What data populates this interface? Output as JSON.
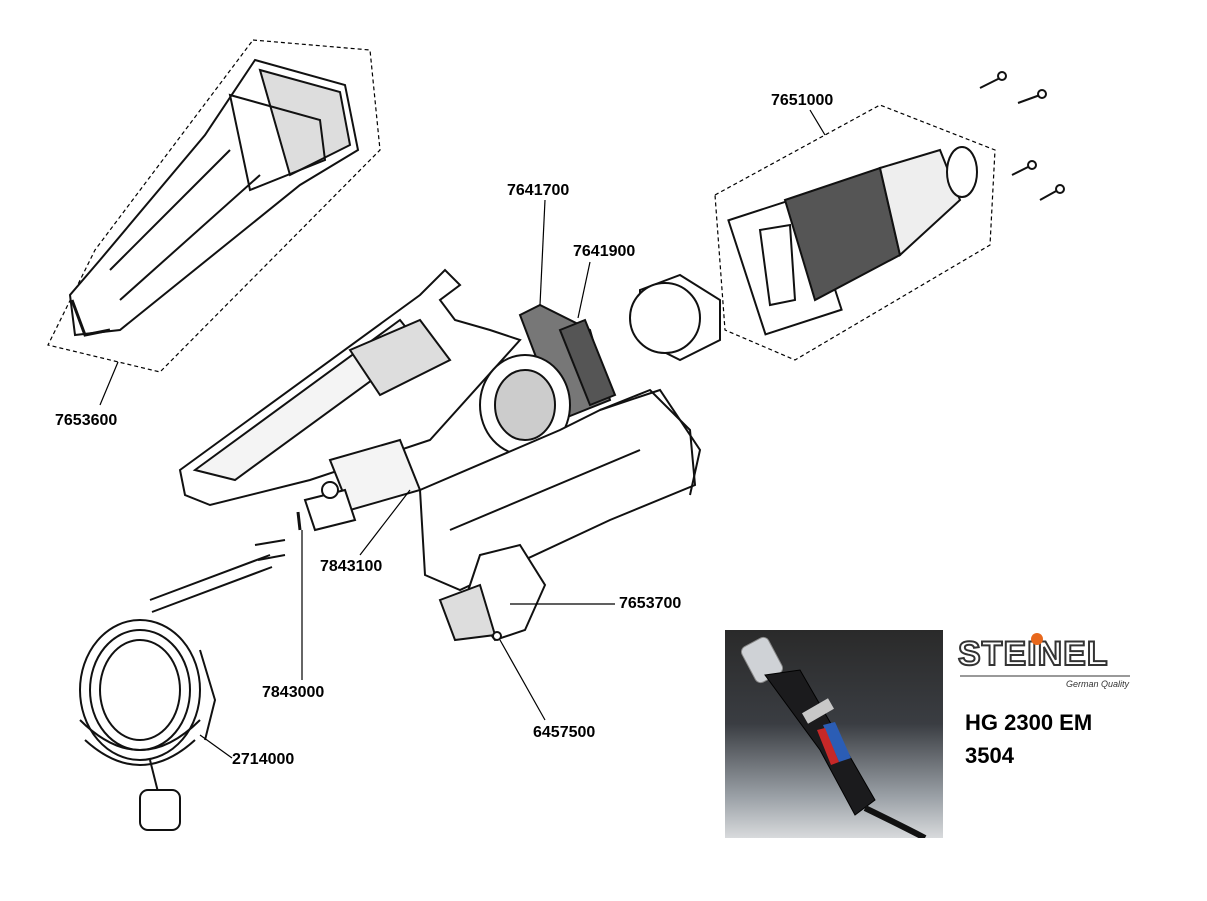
{
  "parts": [
    {
      "number": "7653600"
    },
    {
      "number": "7641700"
    },
    {
      "number": "7641900"
    },
    {
      "number": "7651000"
    },
    {
      "number": "7843100"
    },
    {
      "number": "7653700"
    },
    {
      "number": "7843000"
    },
    {
      "number": "6457500"
    },
    {
      "number": "2714000"
    }
  ],
  "brand": {
    "logo": "STEINEL",
    "tagline": "German Quality"
  },
  "product": {
    "model": "HG 2300 EM",
    "code": "3504"
  }
}
